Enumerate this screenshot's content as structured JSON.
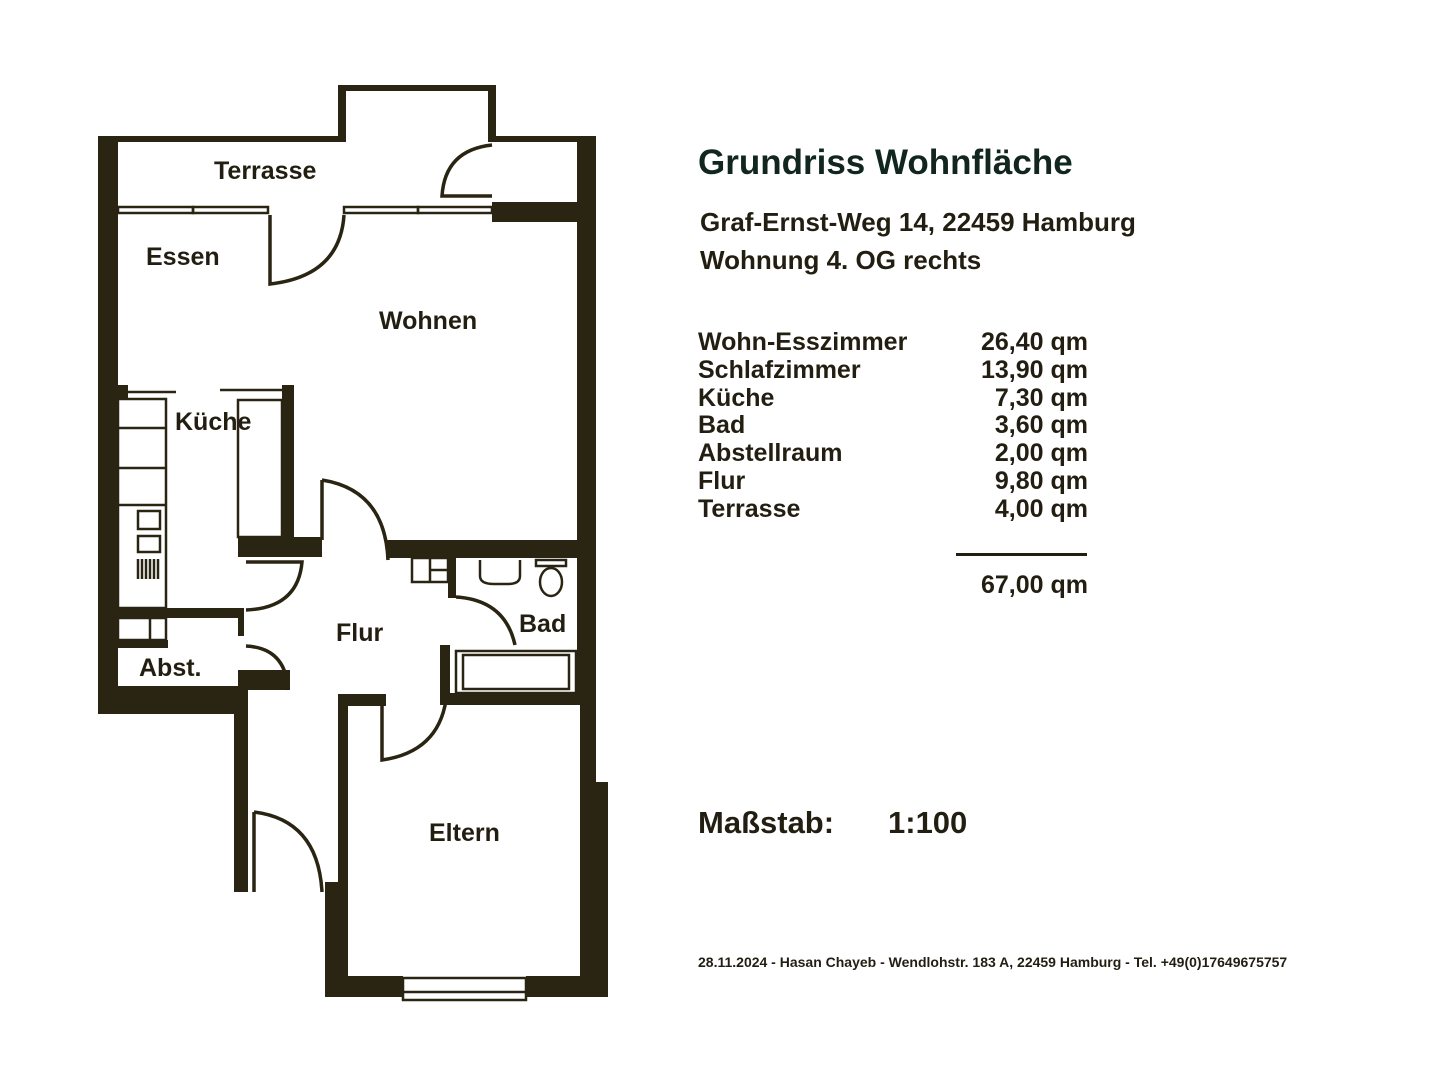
{
  "header": {
    "title": "Grundriss Wohnfläche",
    "address": "Graf-Ernst-Weg 14, 22459 Hamburg",
    "unit": "Wohnung 4. OG rechts"
  },
  "areas": [
    {
      "name": "Wohn-Esszimmer",
      "value": "26,40 qm"
    },
    {
      "name": "Schlafzimmer",
      "value": "13,90 qm"
    },
    {
      "name": "Küche",
      "value": "7,30 qm"
    },
    {
      "name": "Bad",
      "value": "3,60 qm"
    },
    {
      "name": "Abstellraum",
      "value": "2,00 qm"
    },
    {
      "name": "Flur",
      "value": "9,80 qm"
    },
    {
      "name": "Terrasse",
      "value": "4,00 qm"
    }
  ],
  "total": "67,00 qm",
  "scale": {
    "label": "Maßstab:",
    "value": "1:100"
  },
  "footer": "28.11.2024 - Hasan Chayeb - Wendlohstr. 183 A, 22459 Hamburg - Tel. +49(0)17649675757",
  "rooms": {
    "terrasse": "Terrasse",
    "essen": "Essen",
    "wohnen": "Wohnen",
    "kueche": "Küche",
    "flur": "Flur",
    "bad": "Bad",
    "abst": "Abst.",
    "eltern": "Eltern"
  },
  "colors": {
    "wall": "#2a2412",
    "title": "#122620",
    "text": "#231e12"
  }
}
